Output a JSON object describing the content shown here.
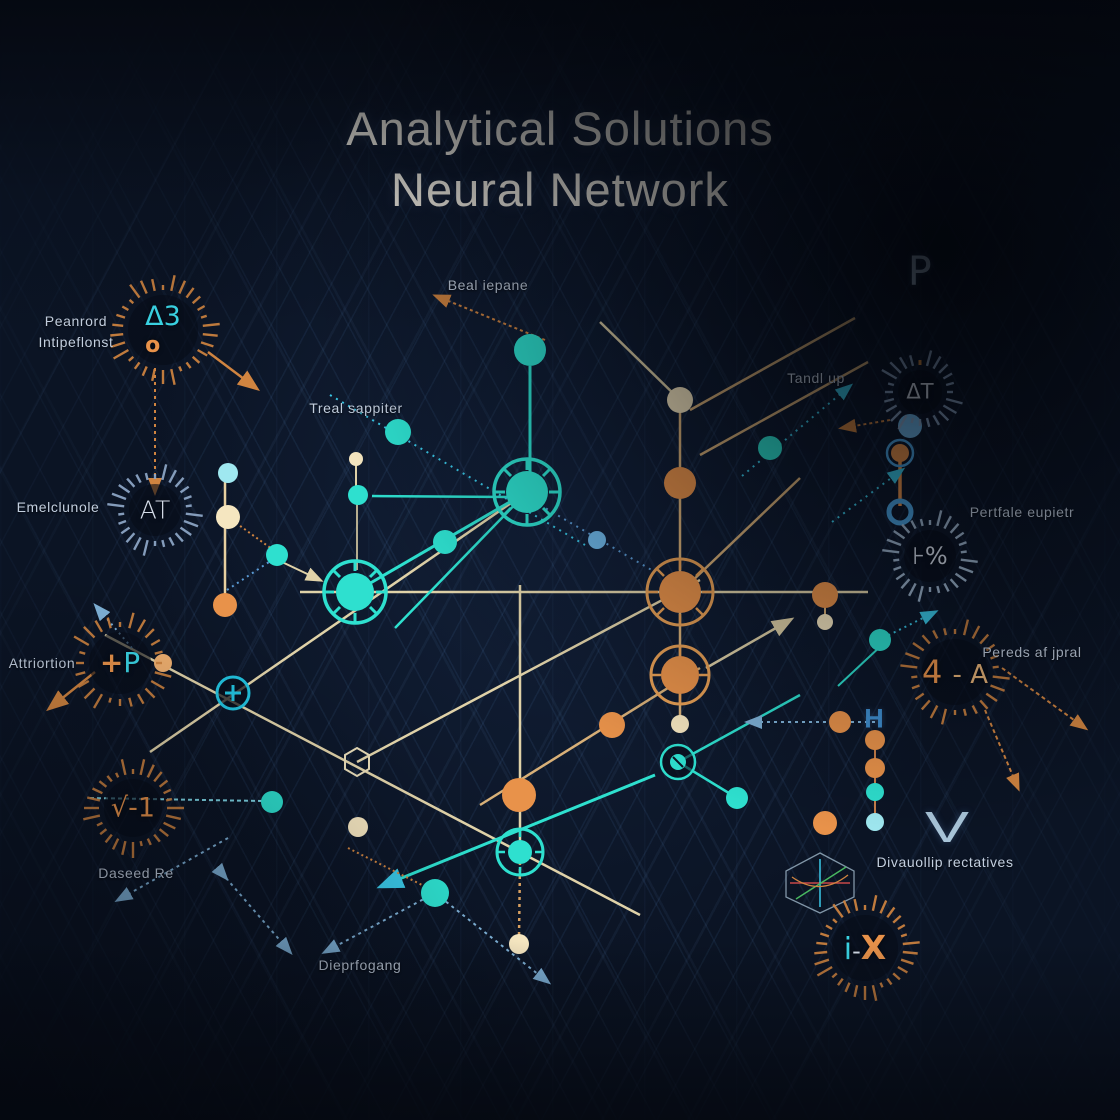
{
  "title": {
    "line1": "Analytical Solutions",
    "line2": "Neural Network"
  },
  "labels": {
    "beal": "Beal iepane",
    "treal": "Treal sappiter",
    "tandl": "Tandl up",
    "pertfale": "Pertfale eupietr",
    "pereds": "Pereds af jpral",
    "peanrord_line1": "Peanrord",
    "peanrord_line2": "Intipeflonst",
    "emelclunole": "Emelclunole",
    "attriortion": "Attriortion",
    "daseed": "Daseed Re",
    "divauollip": "Divauollip rectatives",
    "dieprfogang": "Dieprfogang"
  },
  "gears": {
    "top_left": {
      "glyph_a": "Δ3",
      "glyph_b": "o"
    },
    "left_mid": {
      "glyph": "AT"
    },
    "left_lower": {
      "glyph_a": "+",
      "glyph_b": "P"
    },
    "bottom_left": {
      "glyph": "√-1"
    },
    "right_top": {
      "glyph": "ΔT"
    },
    "right_mid": {
      "glyph": "⊦%"
    },
    "right_lower": {
      "glyph_a": "4",
      "glyph_b": "- A"
    },
    "bottom_right": {
      "glyph_a": "i",
      "glyph_b": "-",
      "glyph_c": "X"
    }
  },
  "floating_glyphs": {
    "flag": "P",
    "h": "H",
    "check": "V"
  },
  "palette": {
    "background": "#0b1424",
    "teal": "#2ee0cf",
    "cyan": "#3ac9e8",
    "light_blue": "#6fb7e8",
    "orange": "#e8924a",
    "cream": "#f2e4be",
    "tick_orange": "#d08440",
    "tick_steel": "#8fa8c8",
    "label_text": "#c3cfdf",
    "title_text": "#f5f1e6"
  }
}
